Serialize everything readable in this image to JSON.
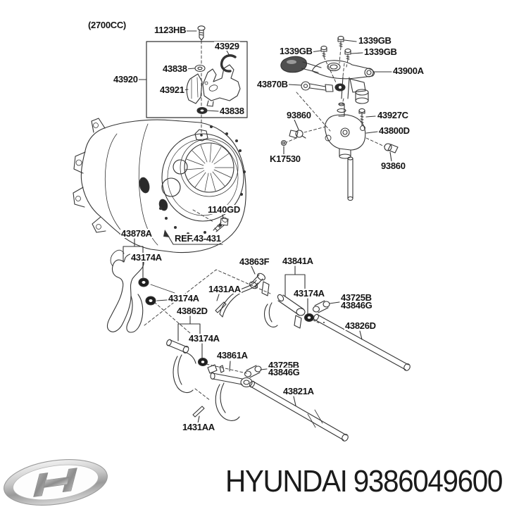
{
  "title": "Hyundai manual transaxle gear shift control parts diagram",
  "engine_variant": "(2700CC)",
  "labels": [
    {
      "id": "engine-variant",
      "text": "(2700CC)"
    },
    {
      "id": "1123HB",
      "text": "1123HB"
    },
    {
      "id": "43929",
      "text": "43929"
    },
    {
      "id": "43838-1",
      "text": "43838"
    },
    {
      "id": "43920",
      "text": "43920"
    },
    {
      "id": "43921",
      "text": "43921"
    },
    {
      "id": "43838-2",
      "text": "43838"
    },
    {
      "id": "1339GB-1",
      "text": "1339GB"
    },
    {
      "id": "1339GB-2",
      "text": "1339GB"
    },
    {
      "id": "1339GB-3",
      "text": "1339GB"
    },
    {
      "id": "43900A",
      "text": "43900A"
    },
    {
      "id": "43870B",
      "text": "43870B"
    },
    {
      "id": "93860-1",
      "text": "93860"
    },
    {
      "id": "43927C",
      "text": "43927C"
    },
    {
      "id": "43800D",
      "text": "43800D"
    },
    {
      "id": "K17530",
      "text": "K17530"
    },
    {
      "id": "93860-2",
      "text": "93860"
    },
    {
      "id": "1140GD",
      "text": "1140GD"
    },
    {
      "id": "43878A",
      "text": "43878A"
    },
    {
      "id": "REF",
      "text": "REF.43-431"
    },
    {
      "id": "43174A-1",
      "text": "43174A"
    },
    {
      "id": "43863F",
      "text": "43863F"
    },
    {
      "id": "43841A",
      "text": "43841A"
    },
    {
      "id": "1431AA-1",
      "text": "1431AA"
    },
    {
      "id": "43174A-4",
      "text": "43174A"
    },
    {
      "id": "43725B-1",
      "text": "43725B"
    },
    {
      "id": "43846G-1",
      "text": "43846G"
    },
    {
      "id": "43174A-2",
      "text": "43174A"
    },
    {
      "id": "43862D",
      "text": "43862D"
    },
    {
      "id": "43826D",
      "text": "43826D"
    },
    {
      "id": "43174A-3",
      "text": "43174A"
    },
    {
      "id": "43861A",
      "text": "43861A"
    },
    {
      "id": "43725B-2",
      "text": "43725B"
    },
    {
      "id": "43846G-2",
      "text": "43846G"
    },
    {
      "id": "43821A",
      "text": "43821A"
    },
    {
      "id": "1431AA-2",
      "text": "1431AA"
    }
  ],
  "footer": {
    "brand": "HYUNDAI",
    "part_number": "9386049600"
  },
  "colors": {
    "line": "#333333",
    "text": "#141414",
    "background": "#ffffff",
    "fill_dark": "#2a2a2a",
    "logo_silver": "#bfbfbf"
  }
}
